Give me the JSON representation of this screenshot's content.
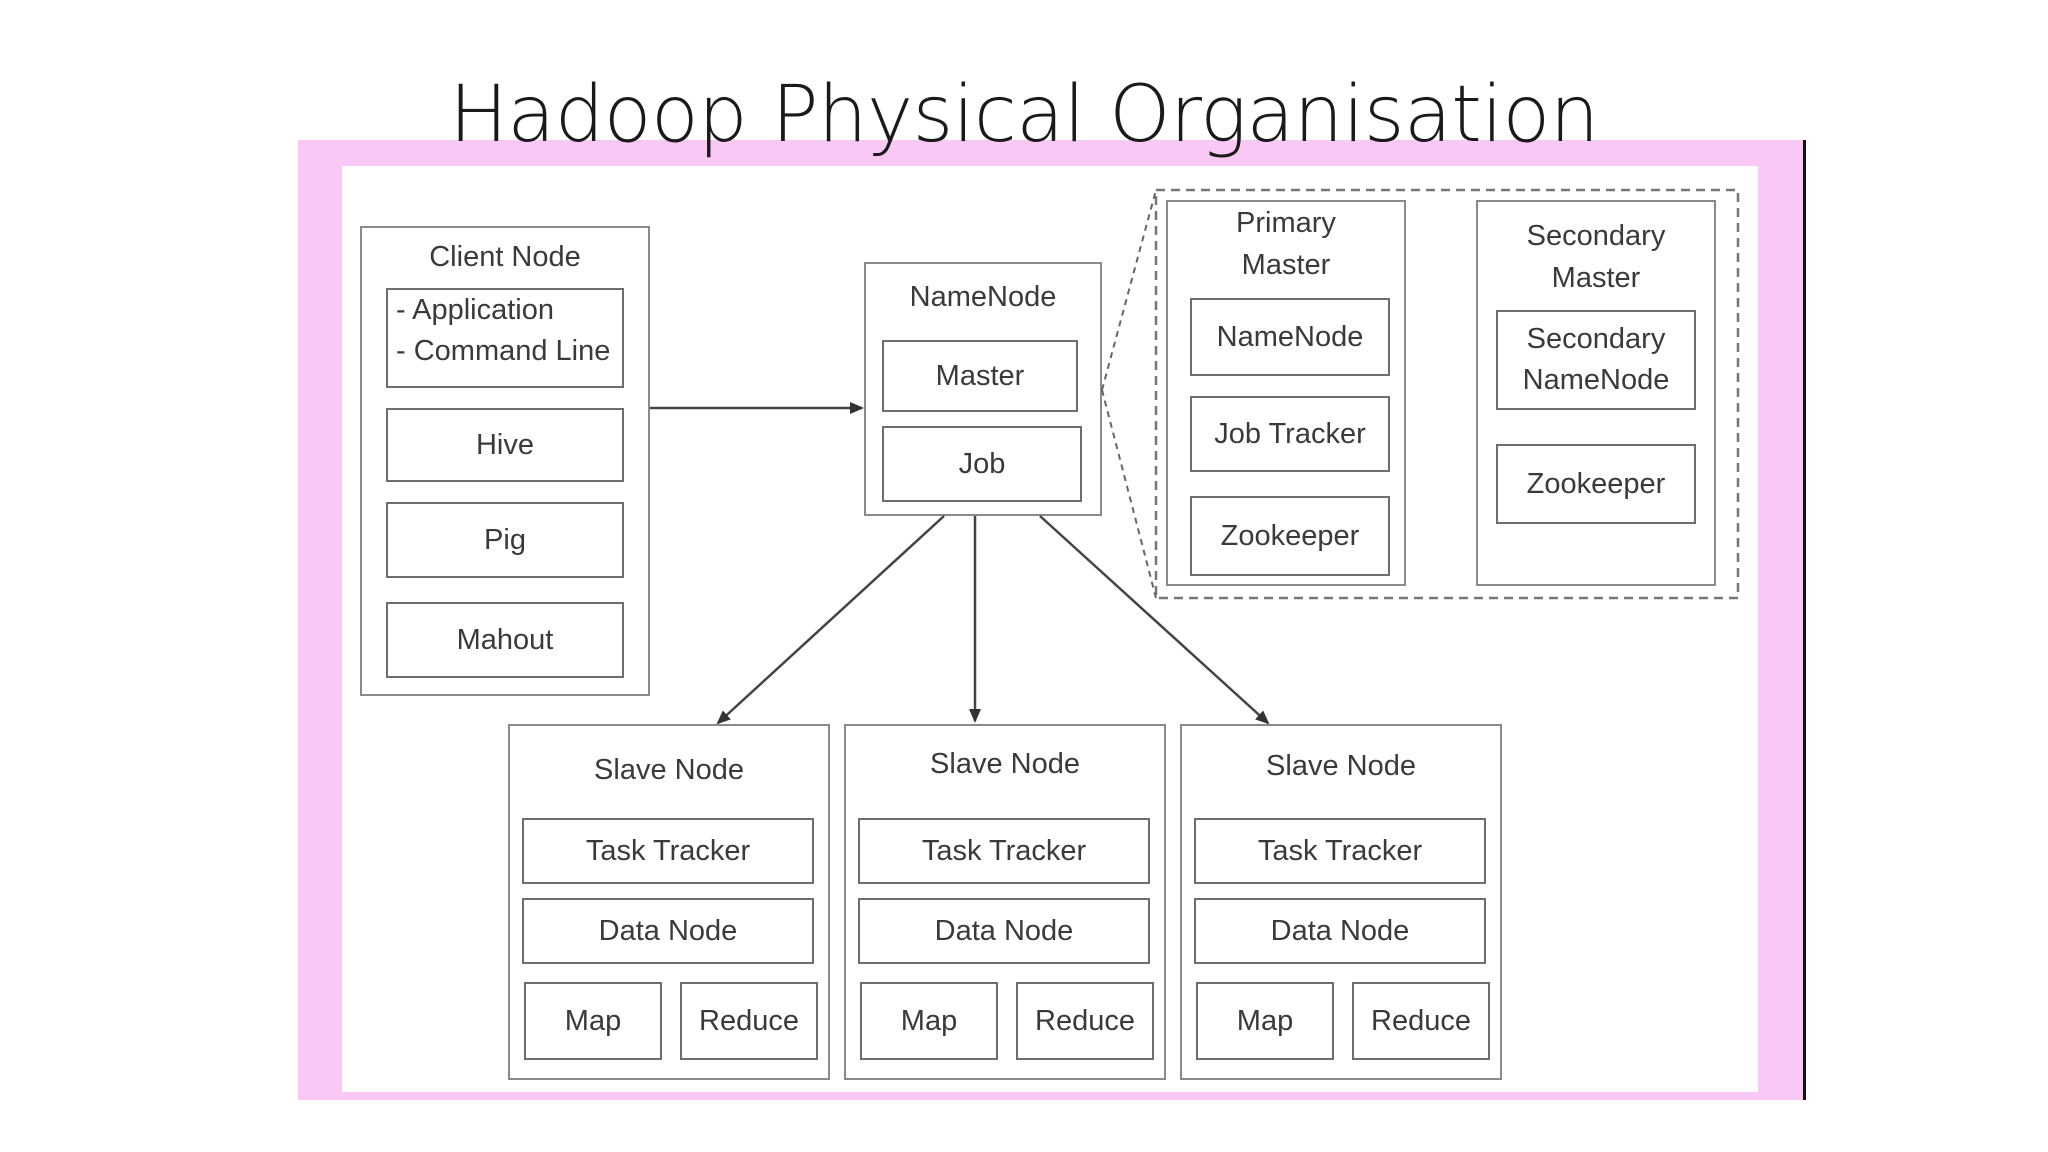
{
  "slide": {
    "title": "Hadoop Physical Organisation"
  },
  "client_node": {
    "title": "Client Node",
    "app_lines": [
      "- Application",
      "- Command Line"
    ],
    "items": [
      "Hive",
      "Pig",
      "Mahout"
    ]
  },
  "name_node": {
    "title": "NameNode",
    "items": [
      "Master",
      "Job"
    ]
  },
  "primary_master": {
    "title": "Primary\nMaster",
    "items": [
      "NameNode",
      "Job Tracker",
      "Zookeeper"
    ]
  },
  "secondary_master": {
    "title": "Secondary\nMaster",
    "items": [
      "Secondary\nNameNode",
      "Zookeeper"
    ]
  },
  "slave_nodes": [
    {
      "title": "Slave Node",
      "task_tracker": "Task Tracker",
      "data_node": "Data Node",
      "map": "Map",
      "reduce": "Reduce"
    },
    {
      "title": "Slave Node",
      "task_tracker": "Task Tracker",
      "data_node": "Data Node",
      "map": "Map",
      "reduce": "Reduce"
    },
    {
      "title": "Slave Node",
      "task_tracker": "Task Tracker",
      "data_node": "Data Node",
      "map": "Map",
      "reduce": "Reduce"
    }
  ]
}
